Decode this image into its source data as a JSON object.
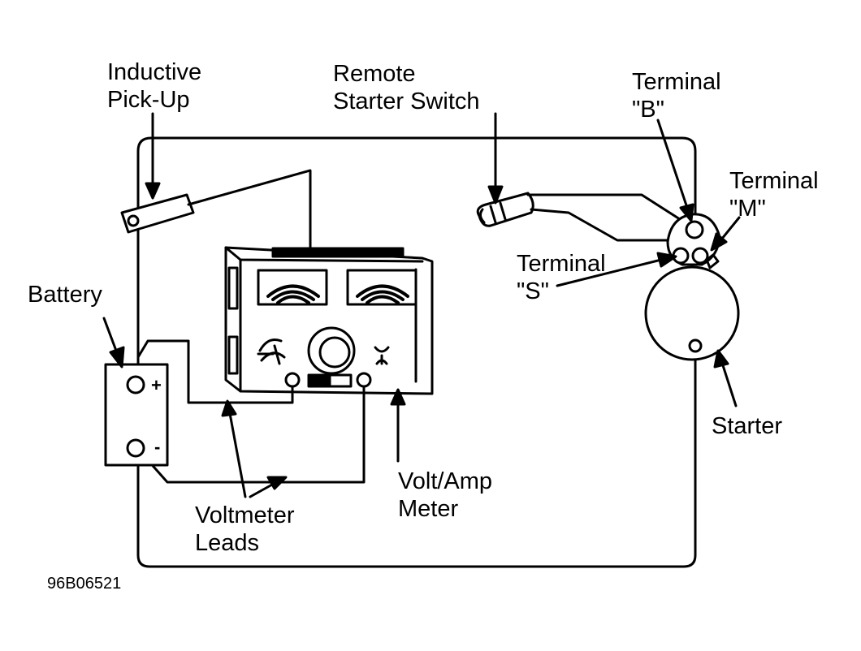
{
  "labels": {
    "inductive_pickup": [
      "Inductive",
      "Pick-Up"
    ],
    "remote_starter_switch": [
      "Remote",
      "Starter Switch"
    ],
    "terminal_b": [
      "Terminal",
      "\"B\""
    ],
    "terminal_m": [
      "Terminal",
      "\"M\""
    ],
    "terminal_s": [
      "Terminal",
      "\"S\""
    ],
    "battery": "Battery",
    "starter": "Starter",
    "voltmeter_leads": [
      "Voltmeter",
      "Leads"
    ],
    "volt_amp_meter": [
      "Volt/Amp",
      "Meter"
    ]
  },
  "battery_terminals": {
    "positive": "+",
    "negative": "-"
  },
  "figure_id": "96B06521"
}
